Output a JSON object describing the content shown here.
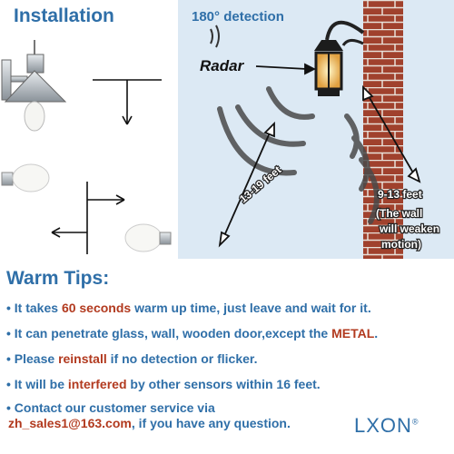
{
  "install": {
    "title": "Installation"
  },
  "detection": {
    "title": "180° detection",
    "radar_label": "Radar",
    "range_front": "13-19 feet",
    "range_side": "9-13 feet",
    "note_lines": [
      "(The wall",
      "will weaken",
      "motion)"
    ]
  },
  "tips": {
    "title": "Warm Tips:",
    "items": [
      {
        "before": "• It takes ",
        "highlight": "60 seconds",
        "after": " warm up time, just leave and wait for it."
      },
      {
        "before": "• It can penetrate glass, wall, wooden door,except the ",
        "highlight": "METAL",
        "after": "."
      },
      {
        "before": "• Please ",
        "highlight": "reinstall",
        "after": " if no detection or flicker."
      },
      {
        "before": "• It will be ",
        "highlight": "interfered",
        "after": " by other sensors within 16 feet."
      },
      {
        "before": "• Contact our customer service via",
        "highlight": "",
        "after": ""
      }
    ],
    "email": "zh_sales1@163.com",
    "email_suffix": ", if you have any question."
  },
  "brand": {
    "logo": "LXON",
    "registered": "®"
  },
  "colors": {
    "heading": "#2f6fa8",
    "highlight": "#b23a1f",
    "brick": "#a0412d",
    "panel": "#dce9f4"
  }
}
